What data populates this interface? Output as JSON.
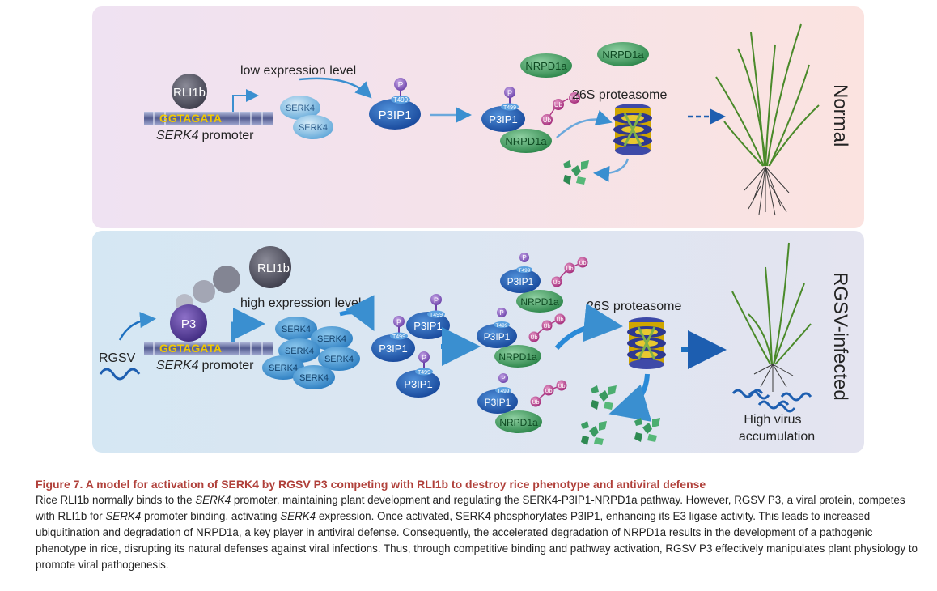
{
  "colors": {
    "normal_panel": "#f6e6ee",
    "infected_panel": "#dfe4f1",
    "caption_title": "#b0403a",
    "p3ip1": "#1f5fb0",
    "serk4": "#7ab8e0",
    "nrpd1a": "#3c9a5c",
    "ub": "#b03a86",
    "proteasome": "#e0b400"
  },
  "normal": {
    "panel_label": "Normal",
    "rli1b": "RLI1b",
    "promoter_seq": "GGTAGATA",
    "promoter_name": "SERK4",
    "promoter_word": "promoter",
    "expression": "low expression level",
    "serk4": "SERK4",
    "p3ip1": "P3IP1",
    "phospho": "P",
    "t499": "T499",
    "nrpd1a": "NRPD1a",
    "ub": "Ub",
    "proteasome": "26S proteasome"
  },
  "infected": {
    "panel_label": "RGSV-infected",
    "virus": "RGSV",
    "p3": "P3",
    "rli1b": "RLI1b",
    "promoter_seq": "GGTAGATA",
    "promoter_name": "SERK4",
    "promoter_word": "promoter",
    "expression": "high expression level",
    "serk4": "SERK4",
    "p3ip1": "P3IP1",
    "phospho": "P",
    "t499": "T499",
    "nrpd1a": "NRPD1a",
    "ub": "Ub",
    "proteasome": "26S proteasome",
    "accumulation_line1": "High virus",
    "accumulation_line2": "accumulation"
  },
  "caption": {
    "title": "Figure 7.  A model for activation of SERK4 by RGSV P3 competing with RLI1b to destroy rice phenotype and antiviral defense",
    "body_1": "Rice RLI1b normally binds to the ",
    "body_2": "SERK4",
    "body_3": " promoter, maintaining plant development and regulating the SERK4-P3IP1-NRPD1a pathway. However, RGSV P3, a viral protein, competes with RLI1b for ",
    "body_4": "SERK4",
    "body_5": " promoter binding, activating ",
    "body_6": "SERK4",
    "body_7": " expression. Once activated, SERK4 phosphorylates P3IP1, enhancing its E3 ligase activity. This leads to increased ubiquitination and degradation of NRPD1a, a key player in antiviral defense. Consequently, the accelerated degradation of NRPD1a results in the development of a pathogenic phenotype in rice, disrupting its natural defenses against viral infections. Thus, through competitive binding and pathway activation, RGSV P3 effectively manipulates plant physiology to promote viral pathogenesis."
  }
}
